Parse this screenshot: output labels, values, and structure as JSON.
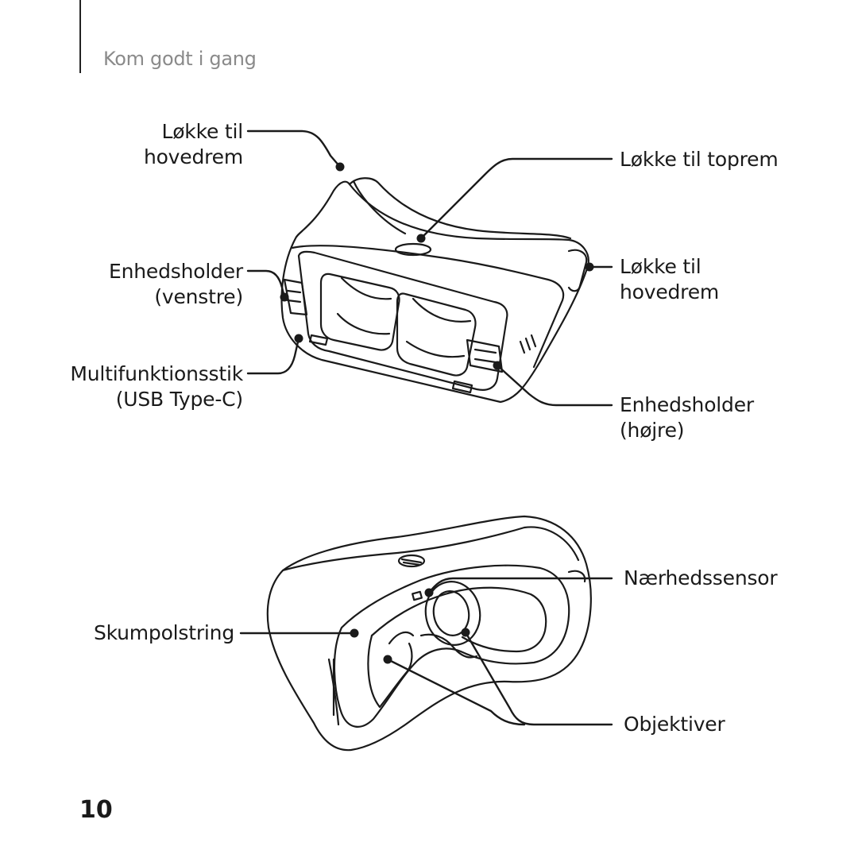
{
  "header": {
    "section_title": "Kom godt i gang"
  },
  "figure_top": {
    "labels": {
      "head_strap_loop_left": [
        "Løkke til",
        "hovedrem"
      ],
      "top_strap_loop": "Løkke til toprem",
      "head_strap_loop_right": [
        "Løkke til",
        "hovedrem"
      ],
      "device_holder_left": [
        "Enhedsholder",
        "(venstre)"
      ],
      "multifunction_port": [
        "Multifunktionsstik",
        "(USB Type-C)"
      ],
      "device_holder_right": [
        "Enhedsholder",
        "(højre)"
      ]
    }
  },
  "figure_bottom": {
    "labels": {
      "proximity_sensor": "Nærhedssensor",
      "foam_cushion": "Skumpolstring",
      "lenses": "Objektiver"
    }
  },
  "footer": {
    "page_number": "10"
  }
}
